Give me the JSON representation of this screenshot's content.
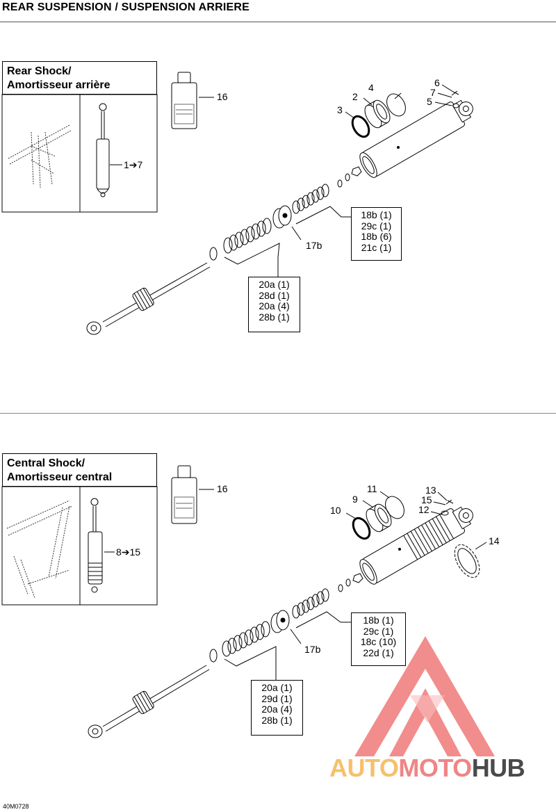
{
  "header": {
    "title": "REAR SUSPENSION / SUSPENSION ARRIERE"
  },
  "doc_number": "40M0728",
  "sections": [
    {
      "title_line1": "Rear Shock/",
      "title_line2": "Amortisseur arrière",
      "overview_label": "1➔7",
      "callouts": {
        "c16": "16",
        "c6": "6",
        "c7": "7",
        "c5": "5",
        "c4": "4",
        "c2": "2",
        "c3": "3",
        "c17b": "17b"
      },
      "box_a": [
        "18b (1)",
        "29c (1)",
        "18b (6)",
        "21c (1)"
      ],
      "box_b": [
        "20a (1)",
        "28d (1)",
        "20a (4)",
        "28b (1)"
      ]
    },
    {
      "title_line1": "Central Shock/",
      "title_line2": "Amortisseur central",
      "overview_label": "8➔15",
      "callouts": {
        "c16": "16",
        "c13": "13",
        "c15": "15",
        "c12": "12",
        "c11": "11",
        "c9": "9",
        "c10": "10",
        "c14": "14",
        "c17b": "17b"
      },
      "box_a": [
        "18b (1)",
        "29c (1)",
        "18c (10)",
        "22d (1)"
      ],
      "box_b": [
        "20a (1)",
        "29d (1)",
        "20a (4)",
        "28b (1)"
      ]
    }
  ],
  "watermark": {
    "part1": "AUTO",
    "part2": "MOTO",
    "part3": "HUB",
    "colors": {
      "auto": "#f6c06b",
      "moto": "#ef8585",
      "hub": "#4a4a4a",
      "triangle": "#ef6b6b"
    }
  }
}
